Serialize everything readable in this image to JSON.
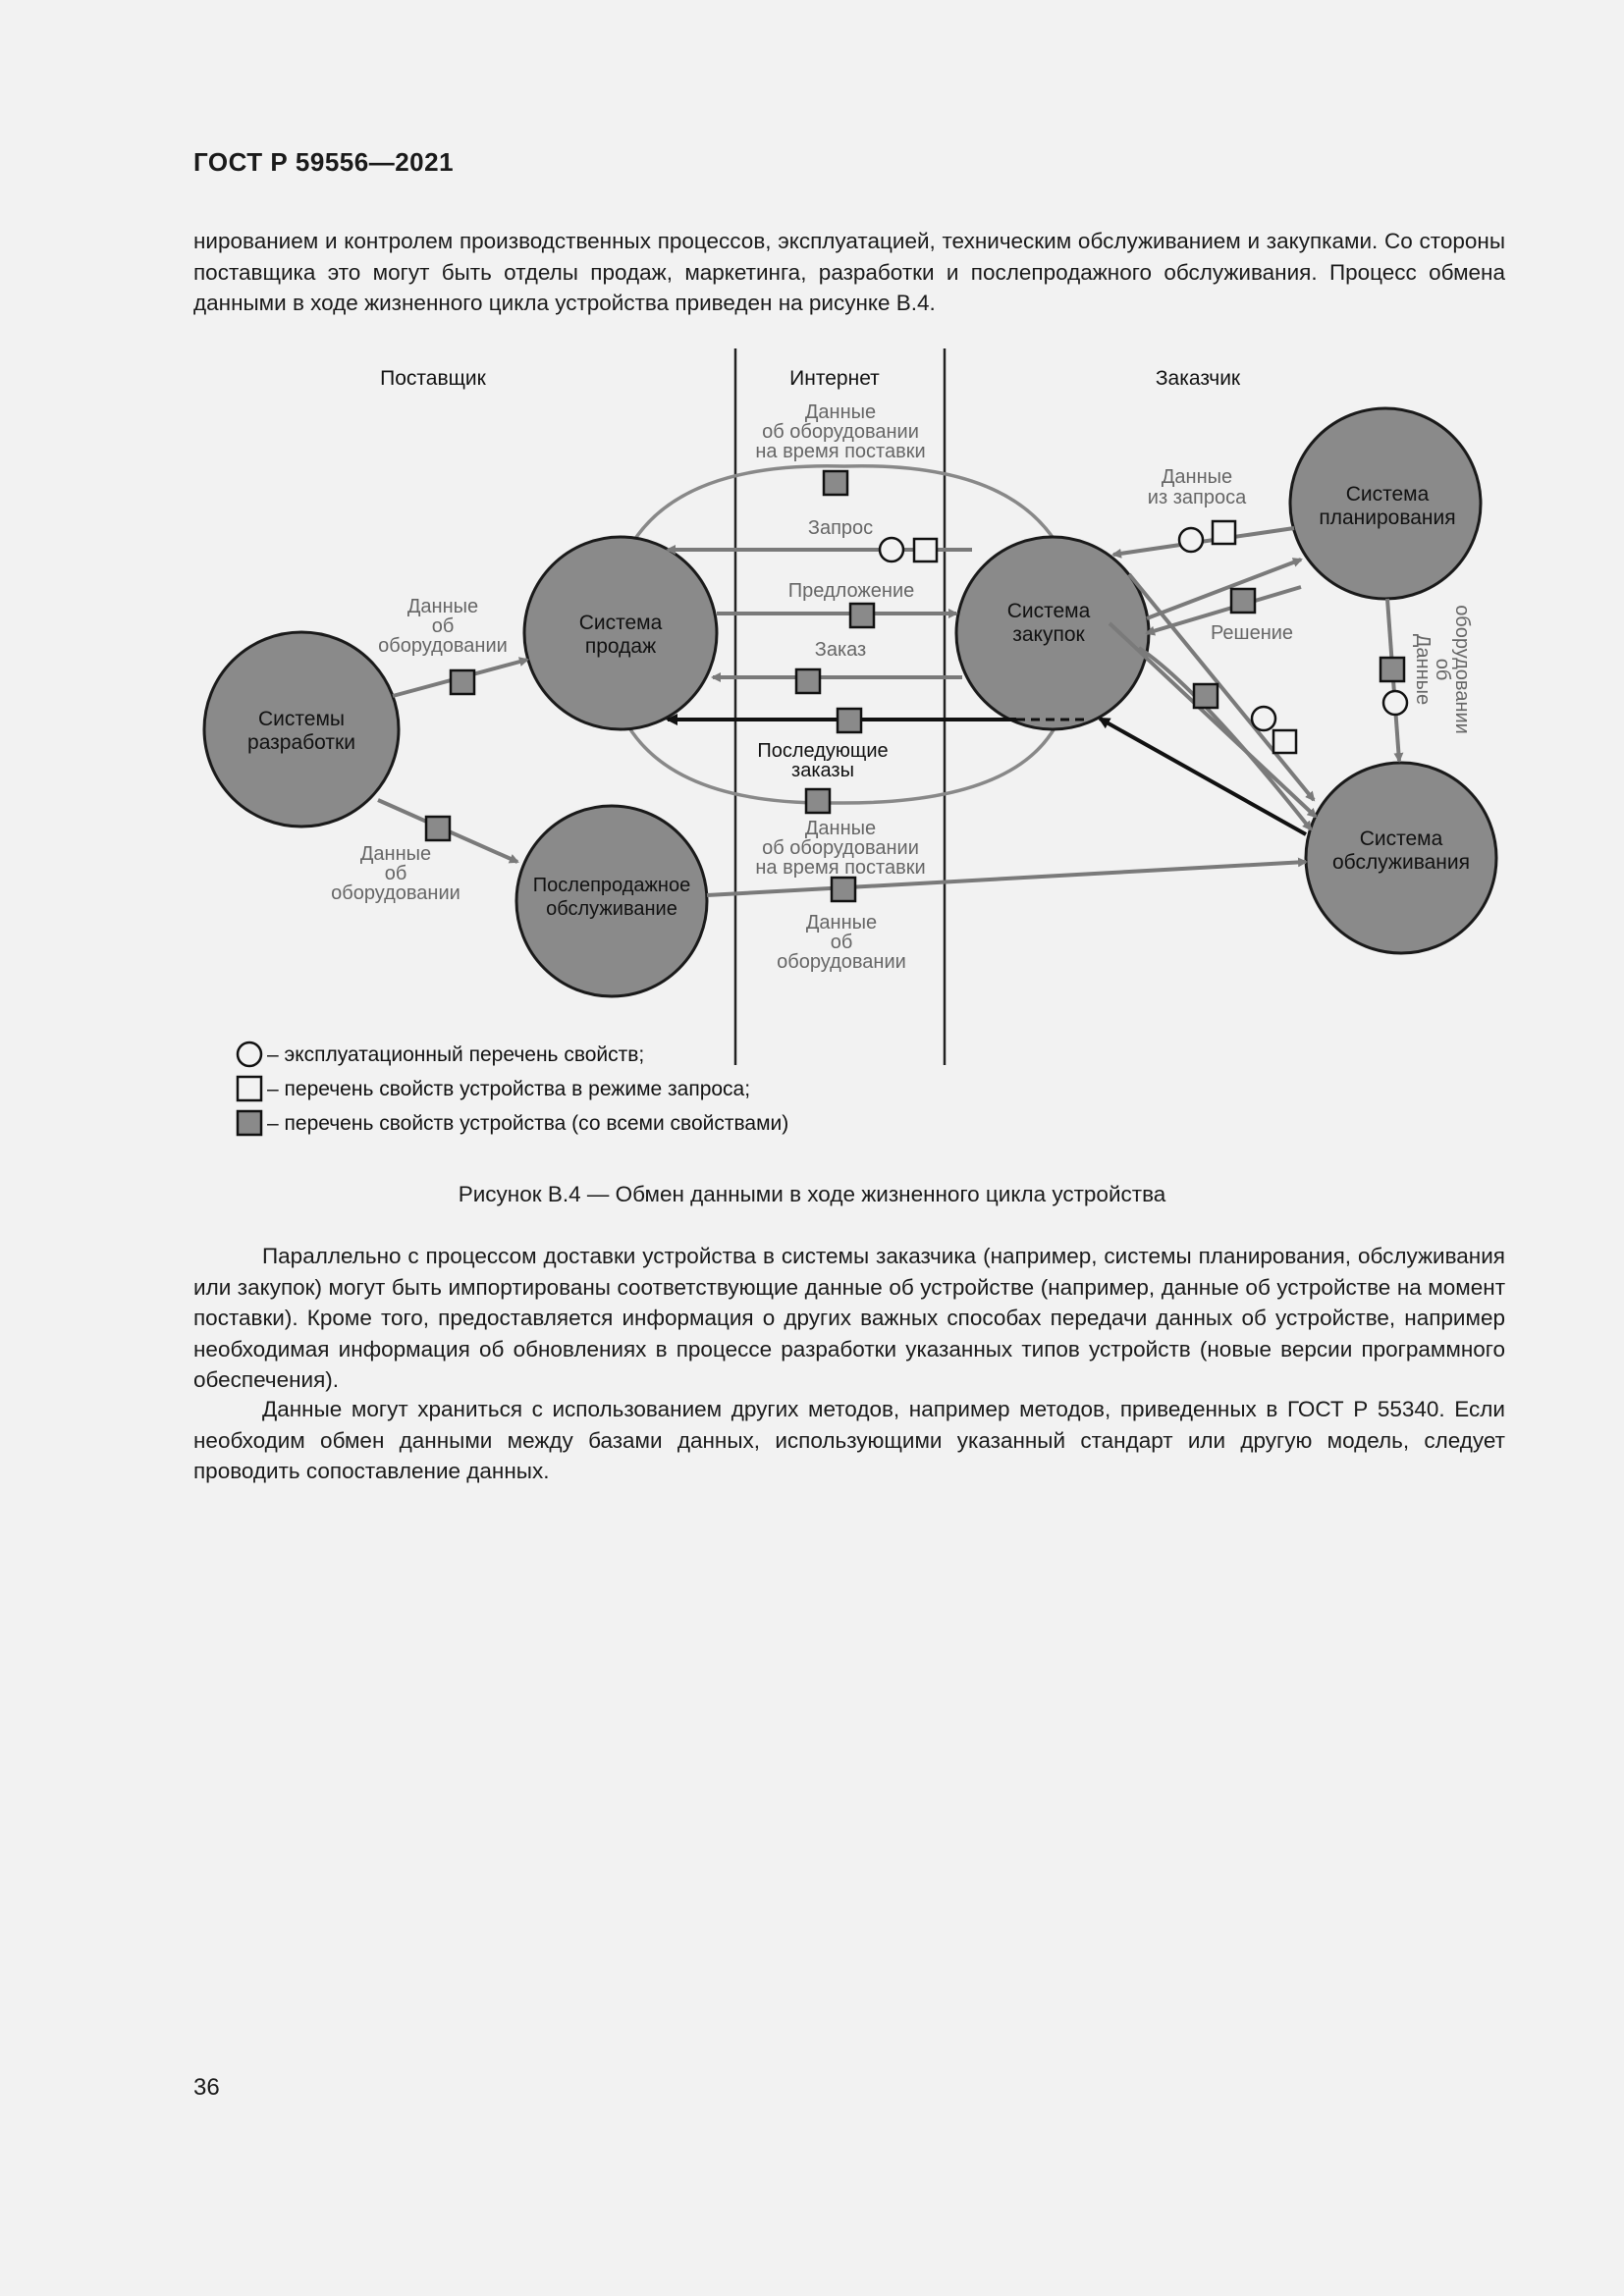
{
  "header": "ГОСТ Р 59556—2021",
  "paragraphs": {
    "top": "нированием и контролем производственных процессов, эксплуатацией, техническим обслуживанием и закупками. Со стороны поставщика это могут быть отделы продаж, маркетинга, разработки и послепродажного обслуживания. Процесс обмена данными в ходе жизненного цикла устройства приведен на рисунке В.4.",
    "bottom": "Параллельно с процессом доставки устройства в системы заказчика (например, системы планирования, обслуживания или закупок) могут быть импортированы соответствующие данные об устройстве (например, данные об устройстве на момент поставки). Кроме того, предоставляется информация о других важных способах передачи данных об устройстве, например необходимая информация об обновлениях в процессе разработки указанных типов устройств (новые версии программного обеспечения).",
    "last": "Данные могут храниться с использованием других методов, например методов, приведенных в ГОСТ Р 55340. Если необходим обмен данными между базами данных, использующими указанный стандарт или другую модель, следует проводить сопоставление данных."
  },
  "figure": {
    "columns": {
      "supplier": "Поставщик",
      "internet": "Интернет",
      "customer": "Заказчик"
    },
    "nodes": {
      "dev": [
        "Системы",
        "разработки"
      ],
      "sales": [
        "Система",
        "продаж"
      ],
      "after": [
        "Послепродажное",
        "обслуживание"
      ],
      "purchase": [
        "Система",
        "закупок"
      ],
      "planning": [
        "Система",
        "планирования"
      ],
      "service": [
        "Система",
        "обслуживания"
      ]
    },
    "labels": {
      "delivery_data_top": [
        "Данные",
        "об оборудовании",
        "на время поставки"
      ],
      "request": "Запрос",
      "offer": "Предложение",
      "order": "Заказ",
      "next_orders": [
        "Последующие",
        "заказы"
      ],
      "delivery_data_bottom": [
        "Данные",
        "об оборудовании",
        "на время поставки"
      ],
      "equipment_data_bottom": [
        "Данные",
        "об",
        "оборудовании"
      ],
      "dev_sales_data": [
        "Данные",
        "об",
        "оборудовании"
      ],
      "dev_after_data": [
        "Данные",
        "об",
        "оборудовании"
      ],
      "request_data": [
        "Данные",
        "из запроса"
      ],
      "decision": "Решение",
      "planning_service_data": [
        "Данные",
        "об",
        "оборудовании"
      ]
    },
    "legend": {
      "circle": "– эксплуатационный перечень свойств;",
      "square_empty": "– перечень свойств устройства в режиме запроса;",
      "square_filled": "– перечень свойств устройства (со всеми свойствами)"
    }
  },
  "caption": "Рисунок В.4 — Обмен данными в ходе жизненного цикла устройства",
  "page_number": "36"
}
